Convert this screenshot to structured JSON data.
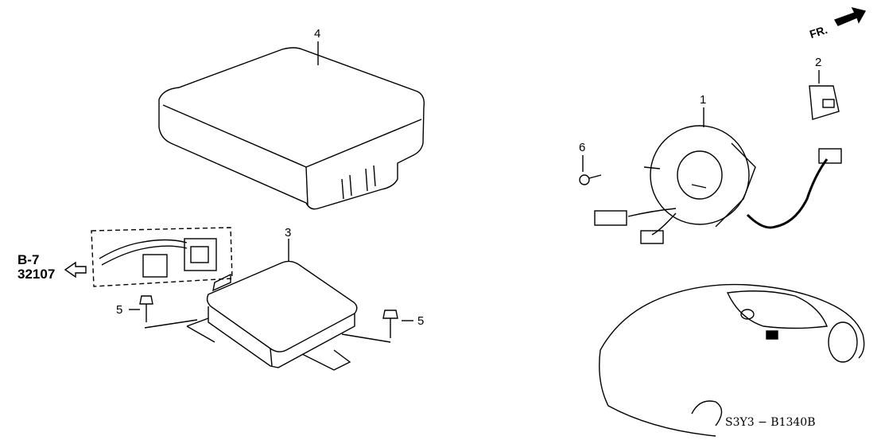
{
  "callouts": {
    "part1": "1",
    "part2": "2",
    "part3": "3",
    "part4": "4",
    "part5_left": "5",
    "part5_right": "5",
    "part6": "6"
  },
  "reference": {
    "section": "B-7",
    "number": "32107"
  },
  "direction_label": "FR.",
  "diagram_code": "S3Y3 − B1340B",
  "colors": {
    "line": "#000000",
    "background": "#ffffff"
  }
}
